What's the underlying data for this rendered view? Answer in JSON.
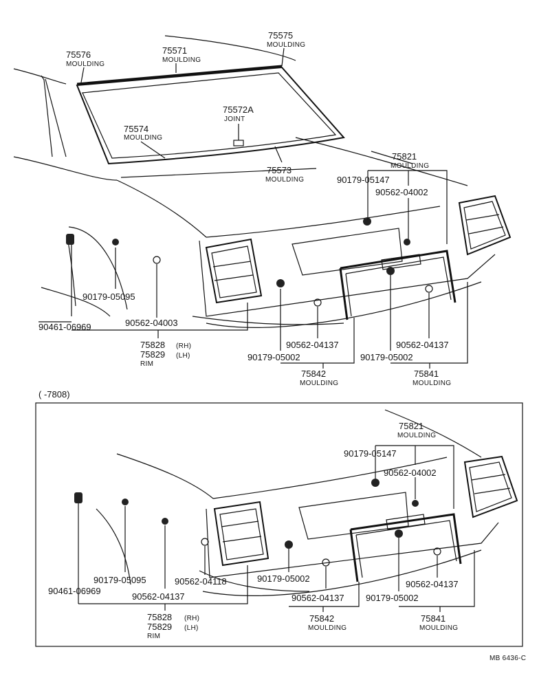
{
  "upper": {
    "labels": {
      "p75575": {
        "num": "75575",
        "name": "MOULDING"
      },
      "p75576": {
        "num": "75576",
        "name": "MOULDING"
      },
      "p75571": {
        "num": "75571",
        "name": "MOULDING"
      },
      "p75572A": {
        "num": "75572A",
        "name": "JOINT"
      },
      "p75574": {
        "num": "75574",
        "name": "MOULDING"
      },
      "p75573": {
        "num": "75573",
        "name": "MOULDING"
      },
      "p75821": {
        "num": "75821",
        "name": "MOULDING"
      },
      "p90179_05147": "90179-05147",
      "p90562_04002": "90562-04002",
      "p90179_05095": "90179-05095",
      "p90562_04003": "90562-04003",
      "p90461_06969": "90461-06969",
      "p75828": {
        "num": "75828",
        "side": "(RH)"
      },
      "p75829": {
        "num": "75829",
        "side": "(LH)",
        "name": "RIM"
      },
      "p90562_04137a": "90562-04137",
      "p90179_05002a": "90179-05002",
      "p90179_05002b": "90179-05002",
      "p90562_04137b": "90562-04137",
      "p75842": {
        "num": "75842",
        "name": "MOULDING"
      },
      "p75841": {
        "num": "75841",
        "name": "MOULDING"
      }
    }
  },
  "lower": {
    "header": "(     -7808)",
    "labels": {
      "p75821": {
        "num": "75821",
        "name": "MOULDING"
      },
      "p90179_05147": "90179-05147",
      "p90562_04002": "90562-04002",
      "p90179_05095": "90179-05095",
      "p90461_06969": "90461-06969",
      "p90562_04118": "90562-04118",
      "p90562_04137a": "90562-04137",
      "p90179_05002a": "90179-05002",
      "p90562_04137b": "90562-04137",
      "p90179_05002b": "90179-05002",
      "p90562_04137c": "90562-04137",
      "p75828": {
        "num": "75828",
        "side": "(RH)"
      },
      "p75829": {
        "num": "75829",
        "side": "(LH)",
        "name": "RIM"
      },
      "p75842": {
        "num": "75842",
        "name": "MOULDING"
      },
      "p75841": {
        "num": "75841",
        "name": "MOULDING"
      }
    }
  },
  "footer": {
    "code": "MB 6436-C"
  }
}
